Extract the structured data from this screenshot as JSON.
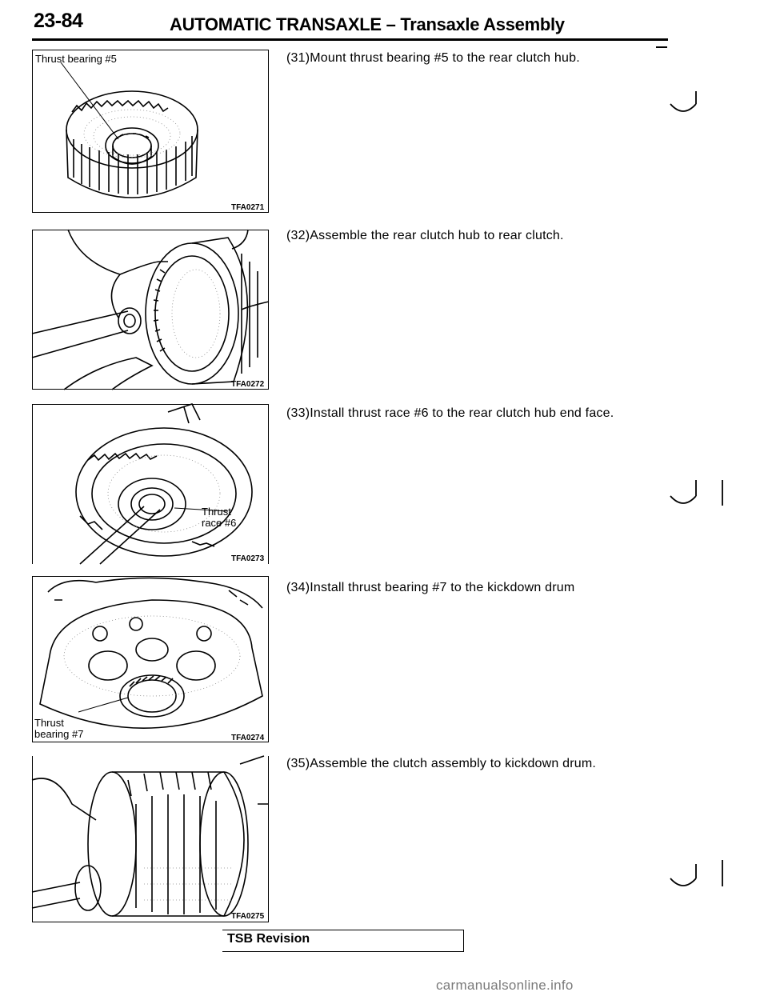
{
  "header": {
    "page_number": "23-84",
    "title": "AUTOMATIC TRANSAXLE – Transaxle Assembly"
  },
  "figures": [
    {
      "code": "TFA0271",
      "label": "Thrust bearing #5"
    },
    {
      "code": "TFA0272",
      "label": ""
    },
    {
      "code": "TFA0273",
      "label_line1": "Thrust",
      "label_line2": "race #6"
    },
    {
      "code": "TFA0274",
      "label_line1": "Thrust",
      "label_line2": "bearing #7"
    },
    {
      "code": "TFA0275",
      "label": ""
    }
  ],
  "steps": [
    {
      "num": "(31)",
      "text": "Mount thrust bearing #5 to the rear clutch hub."
    },
    {
      "num": "(32)",
      "text": "Assemble the rear clutch hub to rear clutch."
    },
    {
      "num": "(33)",
      "text": "Install thrust race #6 to the rear clutch hub end face."
    },
    {
      "num": "(34)",
      "text": "Install thrust bearing #7 to the kickdown drum"
    },
    {
      "num": "(35)",
      "text": "Assemble the clutch assembly to kickdown drum."
    }
  ],
  "footer": {
    "tsb_label": "TSB Revision",
    "watermark": "carmanualsonline.info"
  }
}
